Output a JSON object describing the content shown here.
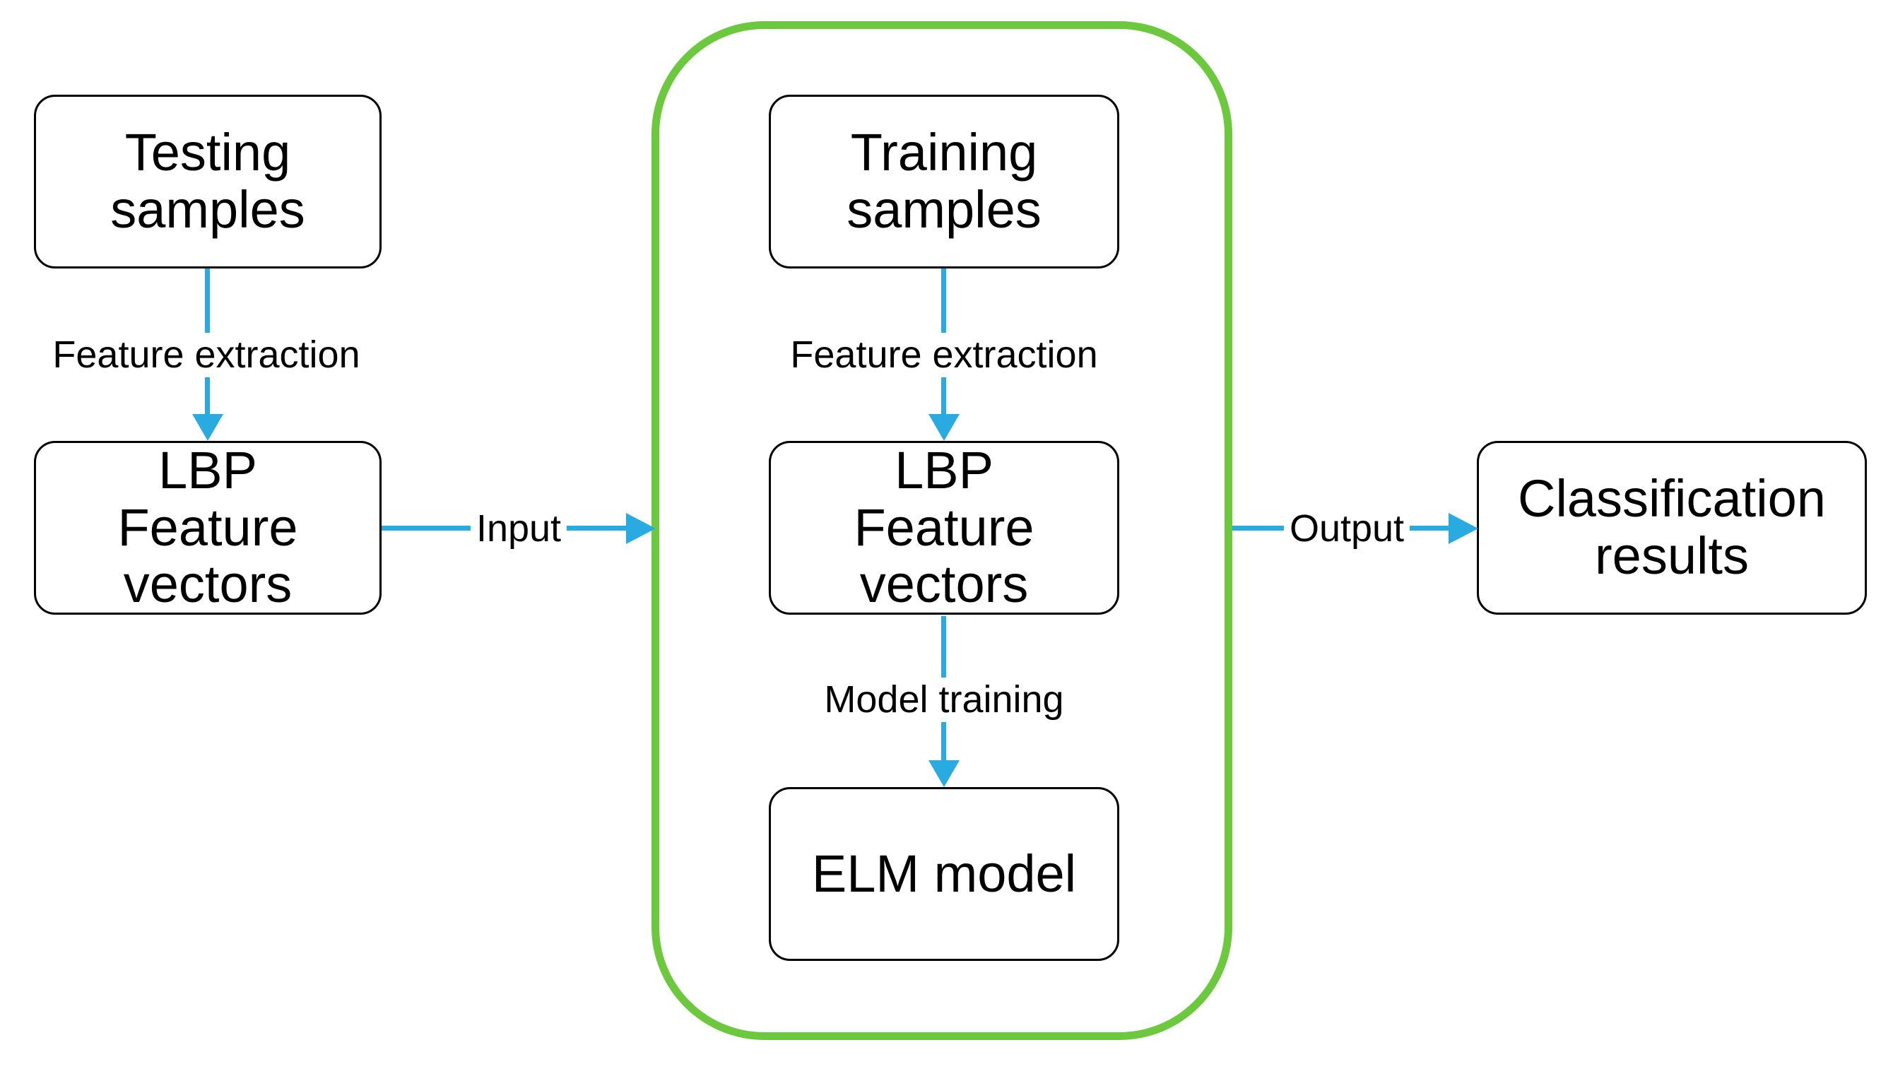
{
  "nodes": {
    "testing_samples": {
      "label": "Testing\nsamples"
    },
    "lbp_left": {
      "label": "LBP\nFeature\nvectors"
    },
    "training_samples": {
      "label": "Training\nsamples"
    },
    "lbp_mid": {
      "label": "LBP\nFeature\nvectors"
    },
    "elm_model": {
      "label": "ELM model"
    },
    "classification_results": {
      "label": "Classification\nresults"
    }
  },
  "edges": {
    "feature_extraction_left": {
      "label": "Feature extraction"
    },
    "feature_extraction_mid": {
      "label": "Feature extraction"
    },
    "model_training": {
      "label": "Model training"
    },
    "input": {
      "label": "Input"
    },
    "output": {
      "label": "Output"
    }
  },
  "colors": {
    "arrow_blue": "#29ABE2",
    "container_green": "#6CC93E",
    "node_border": "#000000",
    "text": "#000000",
    "background": "#FFFFFF"
  }
}
